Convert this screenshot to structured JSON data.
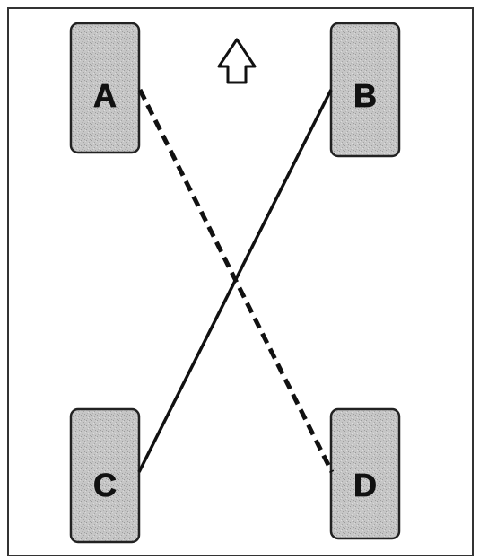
{
  "diagram": {
    "tires": [
      {
        "id": "front-left",
        "label": "A"
      },
      {
        "id": "front-right",
        "label": "B"
      },
      {
        "id": "rear-left",
        "label": "C"
      },
      {
        "id": "rear-right",
        "label": "D"
      }
    ],
    "direction_icon": "up-arrow-icon",
    "connections": [
      {
        "from": "A",
        "to": "D",
        "style": "dashed"
      },
      {
        "from": "B",
        "to": "C",
        "style": "solid"
      }
    ],
    "colors": {
      "tire_fill": "#c4c4c4",
      "tire_stroke": "#222222",
      "line": "#111111",
      "label": "#111111"
    }
  }
}
